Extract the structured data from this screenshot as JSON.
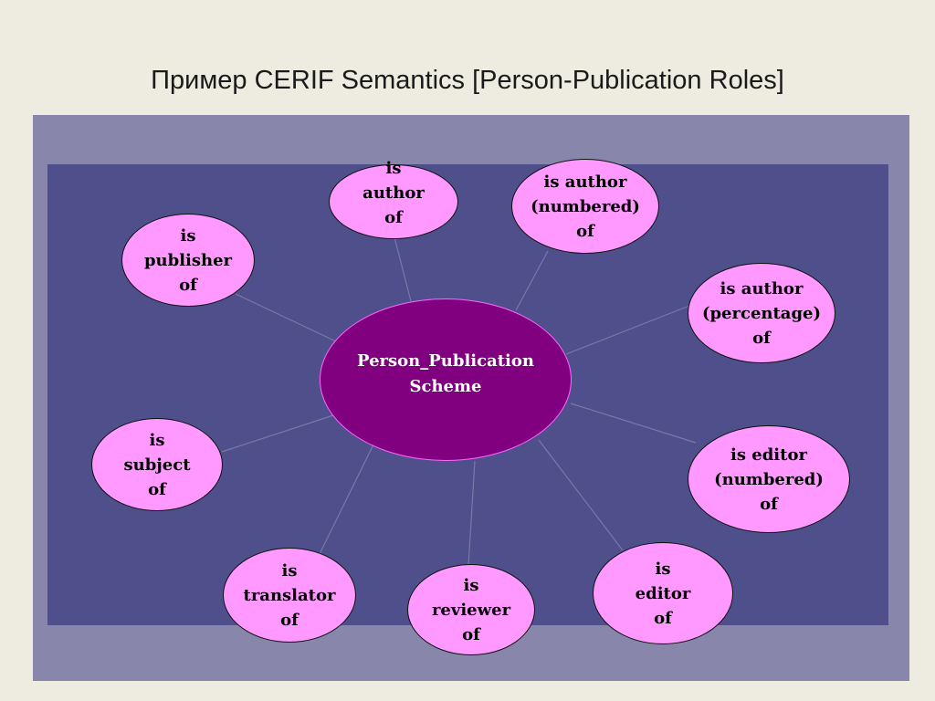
{
  "slide": {
    "title": "Пример CERIF Semantics [Person-Publication Roles]"
  },
  "diagram": {
    "center_label": "Person_Publication\nScheme",
    "roles": [
      "is\nauthor\nof",
      "is author\n(numbered)\nof",
      "is\npublisher\nof",
      "is author\n(percentage)\nof",
      "is\nsubject\nof",
      "is editor\n(numbered)\nof",
      "is\ntranslator\nof",
      "is\nreviewer\nof",
      "is\neditor\nof"
    ]
  },
  "colors": {
    "background": "#eeece1",
    "outer_panel": "#8886ab",
    "inner_panel": "#4f4f8b",
    "role_bubble": "#ff99ff",
    "center_bubble": "#800080",
    "connector": "#7a78a8"
  }
}
